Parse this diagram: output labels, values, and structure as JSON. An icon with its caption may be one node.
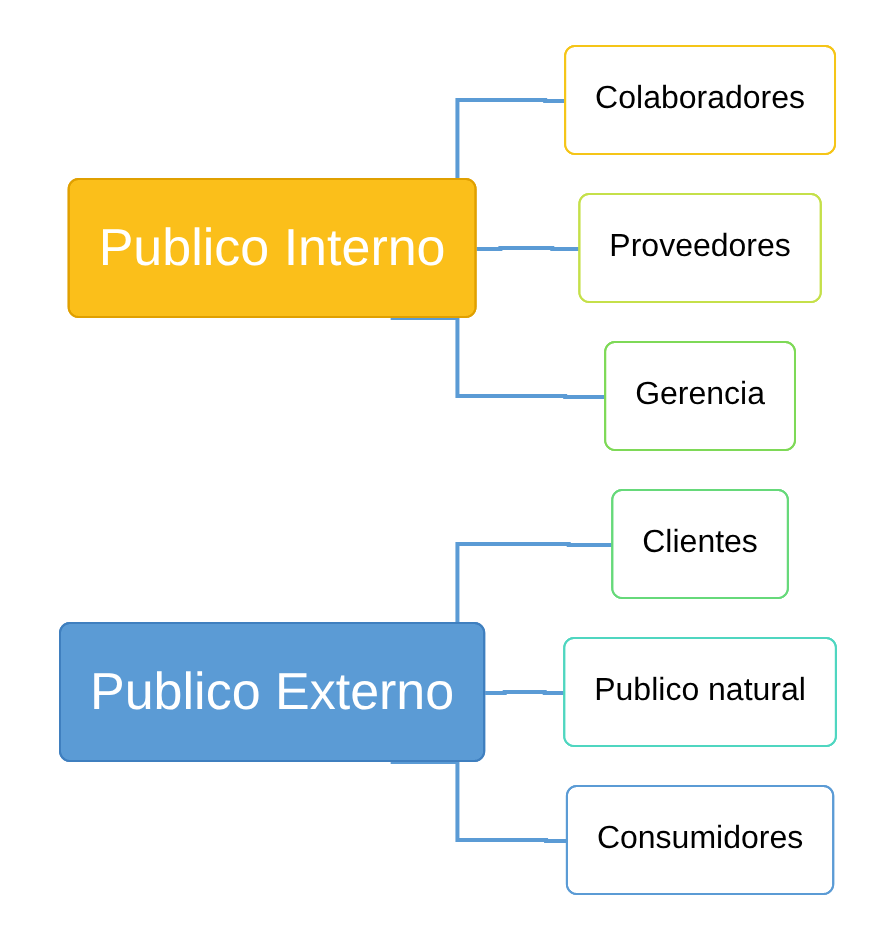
{
  "diagram": {
    "nodes": [
      {
        "text": [
          "Publico Interno"
        ]
      },
      {
        "text": [
          "Colaboradores"
        ]
      },
      {
        "text": [
          "Proveedores"
        ]
      },
      {
        "text": [
          "Gerencia"
        ]
      },
      {
        "text": [
          "Publico Externo"
        ]
      },
      {
        "text": [
          "Clientes"
        ]
      },
      {
        "text": [
          "Publico natural"
        ]
      },
      {
        "text": [
          "Consumidores"
        ]
      }
    ],
    "edges": [
      {
        "from": 0,
        "to": 1,
        "arrow": "none"
      },
      {
        "from": 0,
        "to": 2,
        "arrow": "none"
      },
      {
        "from": 0,
        "to": 3,
        "arrow": "none"
      },
      {
        "from": 4,
        "to": 5,
        "arrow": "none"
      },
      {
        "from": 4,
        "to": 6,
        "arrow": "none"
      },
      {
        "from": 4,
        "to": 7,
        "arrow": "none"
      }
    ]
  }
}
